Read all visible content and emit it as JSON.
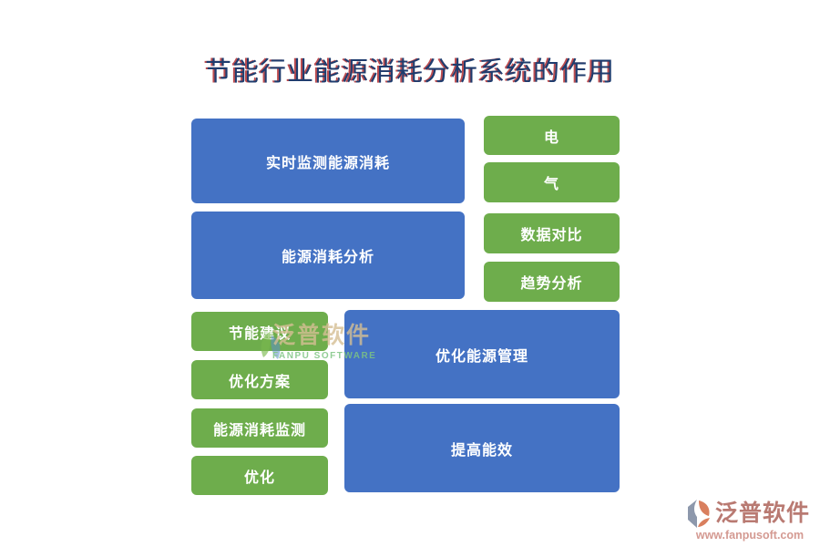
{
  "title": "节能行业能源消耗分析系统的作用",
  "colors": {
    "box_blue": "#4472C4",
    "box_green": "#6EAD4C",
    "title_navy": "#1F3C6E",
    "title_red_fringe": "#B22D30",
    "logo_red": "#B97A72",
    "logo_url_pink": "#D49A92"
  },
  "diagram": {
    "row1": {
      "main": "实时监测能源消耗",
      "items": [
        "电",
        "气"
      ]
    },
    "row2": {
      "main": "能源消耗分析",
      "items": [
        "数据对比",
        "趋势分析"
      ]
    },
    "row3": {
      "left_items": [
        "节能建议",
        "优化方案",
        "能源消耗监测",
        "优化"
      ],
      "right_items": [
        "优化能源管理",
        "提高能效"
      ]
    }
  },
  "watermark": {
    "name": "泛普软件",
    "subtitle": "FANPU SOFTWARE"
  },
  "footer_logo": {
    "name": "泛普软件",
    "url": "www.fanpusoft.com"
  }
}
